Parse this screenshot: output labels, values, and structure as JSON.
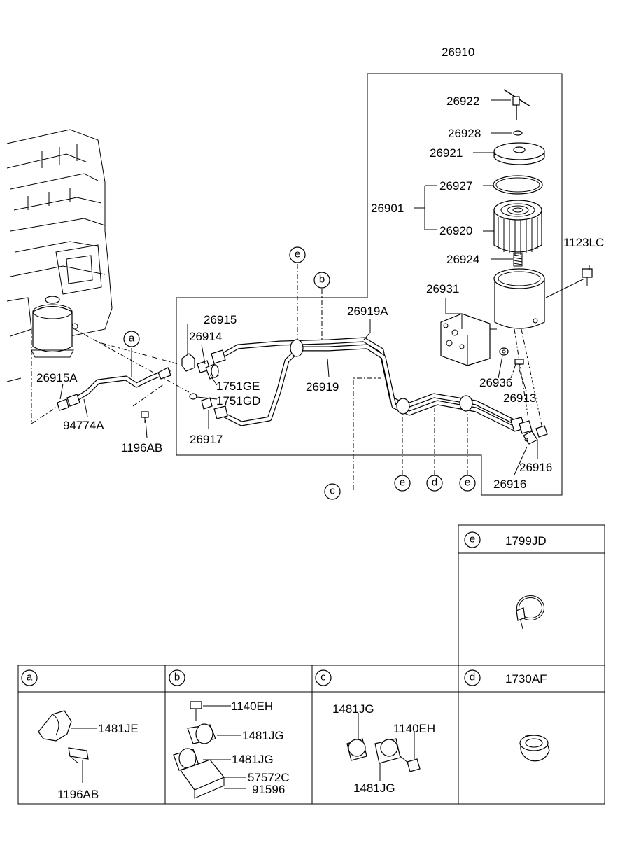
{
  "labels": {
    "p26910": "26910",
    "p26922": "26922",
    "p26928": "26928",
    "p26921": "26921",
    "p26927": "26927",
    "p26901": "26901",
    "p26920": "26920",
    "p26924": "26924",
    "p1123LC": "1123LC",
    "p26931": "26931",
    "p26919A": "26919A",
    "p26915": "26915",
    "p26914": "26914",
    "p1751GE": "1751GE",
    "p1751GD": "1751GD",
    "p26917": "26917",
    "p26919": "26919",
    "p26936": "26936",
    "p26913": "26913",
    "p26916a": "26916",
    "p26916b": "26916",
    "p26915A": "26915A",
    "p94774A": "94774A",
    "p1196AB": "1196AB"
  },
  "callouts": {
    "a": "a",
    "b": "b",
    "c": "c",
    "d": "d",
    "e1": "e",
    "e2": "e",
    "e3": "e"
  },
  "detail_panels": {
    "e": {
      "letter": "e",
      "title": "1799JD"
    },
    "d": {
      "letter": "d",
      "title": "1730AF"
    },
    "a": {
      "letter": "a",
      "title": "",
      "parts": [
        "1481JE",
        "1196AB"
      ]
    },
    "b": {
      "letter": "b",
      "title": "",
      "parts": [
        "1140EH",
        "1481JG",
        "1481JG",
        "57572C",
        "91596"
      ]
    },
    "c": {
      "letter": "c",
      "title": "",
      "parts": [
        "1481JG",
        "1140EH",
        "1481JG"
      ]
    }
  }
}
